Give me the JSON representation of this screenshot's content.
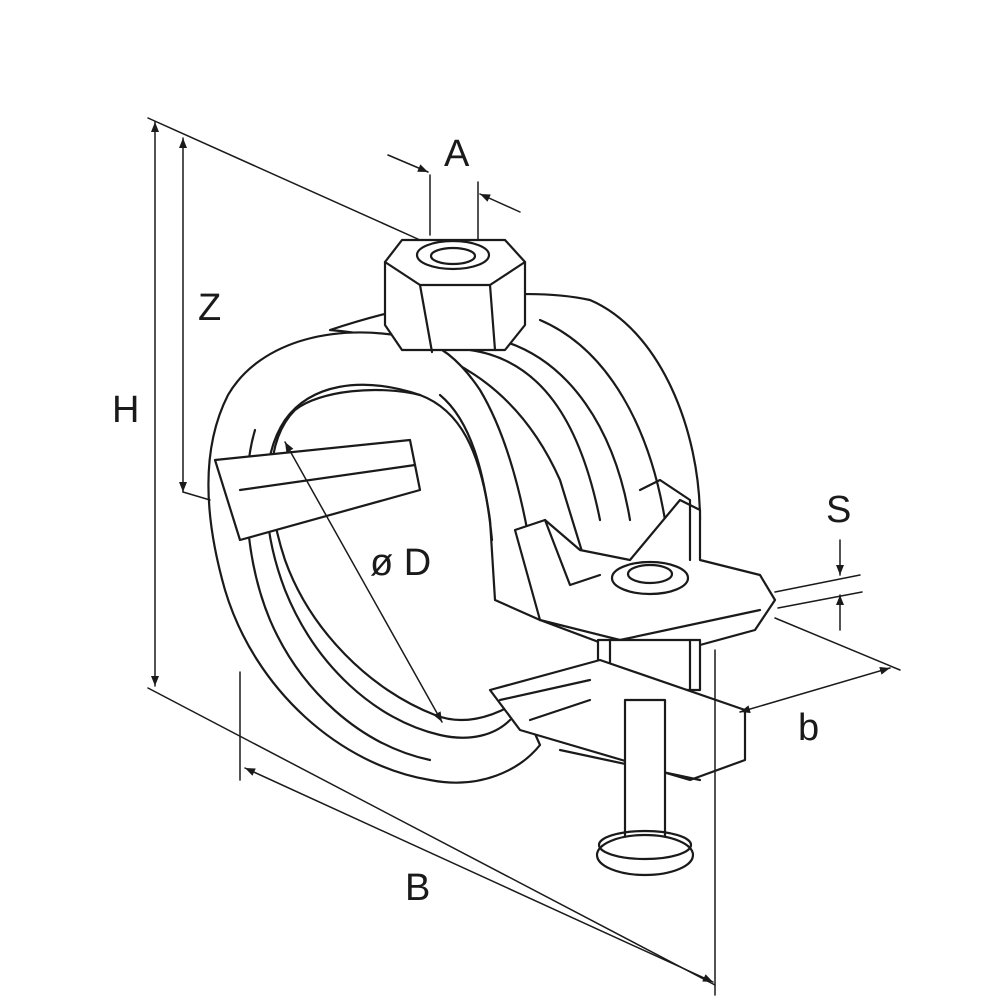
{
  "labels": {
    "A": "A",
    "Z": "Z",
    "H": "H",
    "D": "ø D",
    "S": "S",
    "b": "b",
    "B": "B"
  }
}
